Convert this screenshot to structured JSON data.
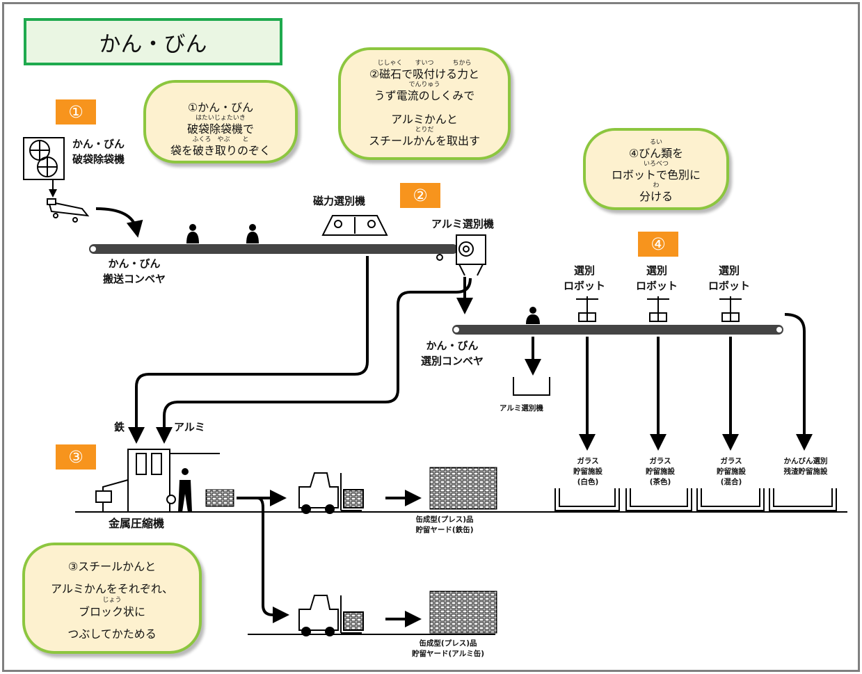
{
  "title": "かん・びん",
  "steps": {
    "s1": "①",
    "s2": "②",
    "s3": "③",
    "s4": "④"
  },
  "bubbles": {
    "b1": {
      "l1": "①かん・びん",
      "r1": "はたいじょたいき",
      "l2": "破袋除袋機で",
      "r2": "ふくろ　やぶ　　と",
      "l3": "袋を破き取りのぞく"
    },
    "b2": {
      "r1": "じしゃく　　すいつ　　　ちから",
      "l1": "②磁石で吸付ける力と",
      "r2": "でんりゅう",
      "l2": "うず電流のしくみで",
      "l3": "アルミかんと",
      "r3": "とりだ",
      "l4": "スチールかんを取出す"
    },
    "b3": {
      "l1": "③スチールかんと",
      "l2": "アルミかんをそれぞれ、",
      "r1": "じょう",
      "l3": "ブロック状に",
      "l4": "つぶしてかためる"
    },
    "b4": {
      "r1": "るい",
      "l1": "④びん類を",
      "r2": "いろべつ",
      "l2": "ロボットで色別に",
      "r3": "わ",
      "l3": "分ける"
    }
  },
  "labels": {
    "bag_machine_1": "かん・びん",
    "bag_machine_2": "破袋除袋機",
    "conveyor_1": "かん・びん",
    "conveyor_2": "搬送コンベヤ",
    "magnetic": "磁力選別機",
    "aluminum_sorter": "アルミ選別機",
    "sort_conveyor_1": "かん・びん",
    "sort_conveyor_2": "選別コンベヤ",
    "robot1_1": "選別",
    "robot1_2": "ロボット",
    "robot2_1": "選別",
    "robot2_2": "ロボット",
    "robot3_1": "選別",
    "robot3_2": "ロボット",
    "aluminum_bin": "アルミ選別機",
    "iron": "鉄",
    "aluminum": "アルミ",
    "compressor": "金属圧縮機",
    "glass_white": [
      "ガラス",
      "貯留施設",
      "(白色)"
    ],
    "glass_brown": [
      "ガラス",
      "貯留施設",
      "(茶色)"
    ],
    "glass_mixed": [
      "ガラス",
      "貯留施設",
      "(混合)"
    ],
    "residue": [
      "かんびん選別",
      "残渣貯留施設"
    ],
    "yard_steel": [
      "缶成型(プレス)品",
      "貯留ヤード(鉄缶)"
    ],
    "yard_alu": [
      "缶成型(プレス)品",
      "貯留ヤード(アルミ缶)"
    ]
  },
  "colors": {
    "bubble_fill": "#fdf1cf",
    "bubble_border": "#8cc63f",
    "badge": "#f7941d",
    "title_border": "#1faa4e",
    "title_fill": "#eaf6e3",
    "frame": "#7f7f7f"
  }
}
